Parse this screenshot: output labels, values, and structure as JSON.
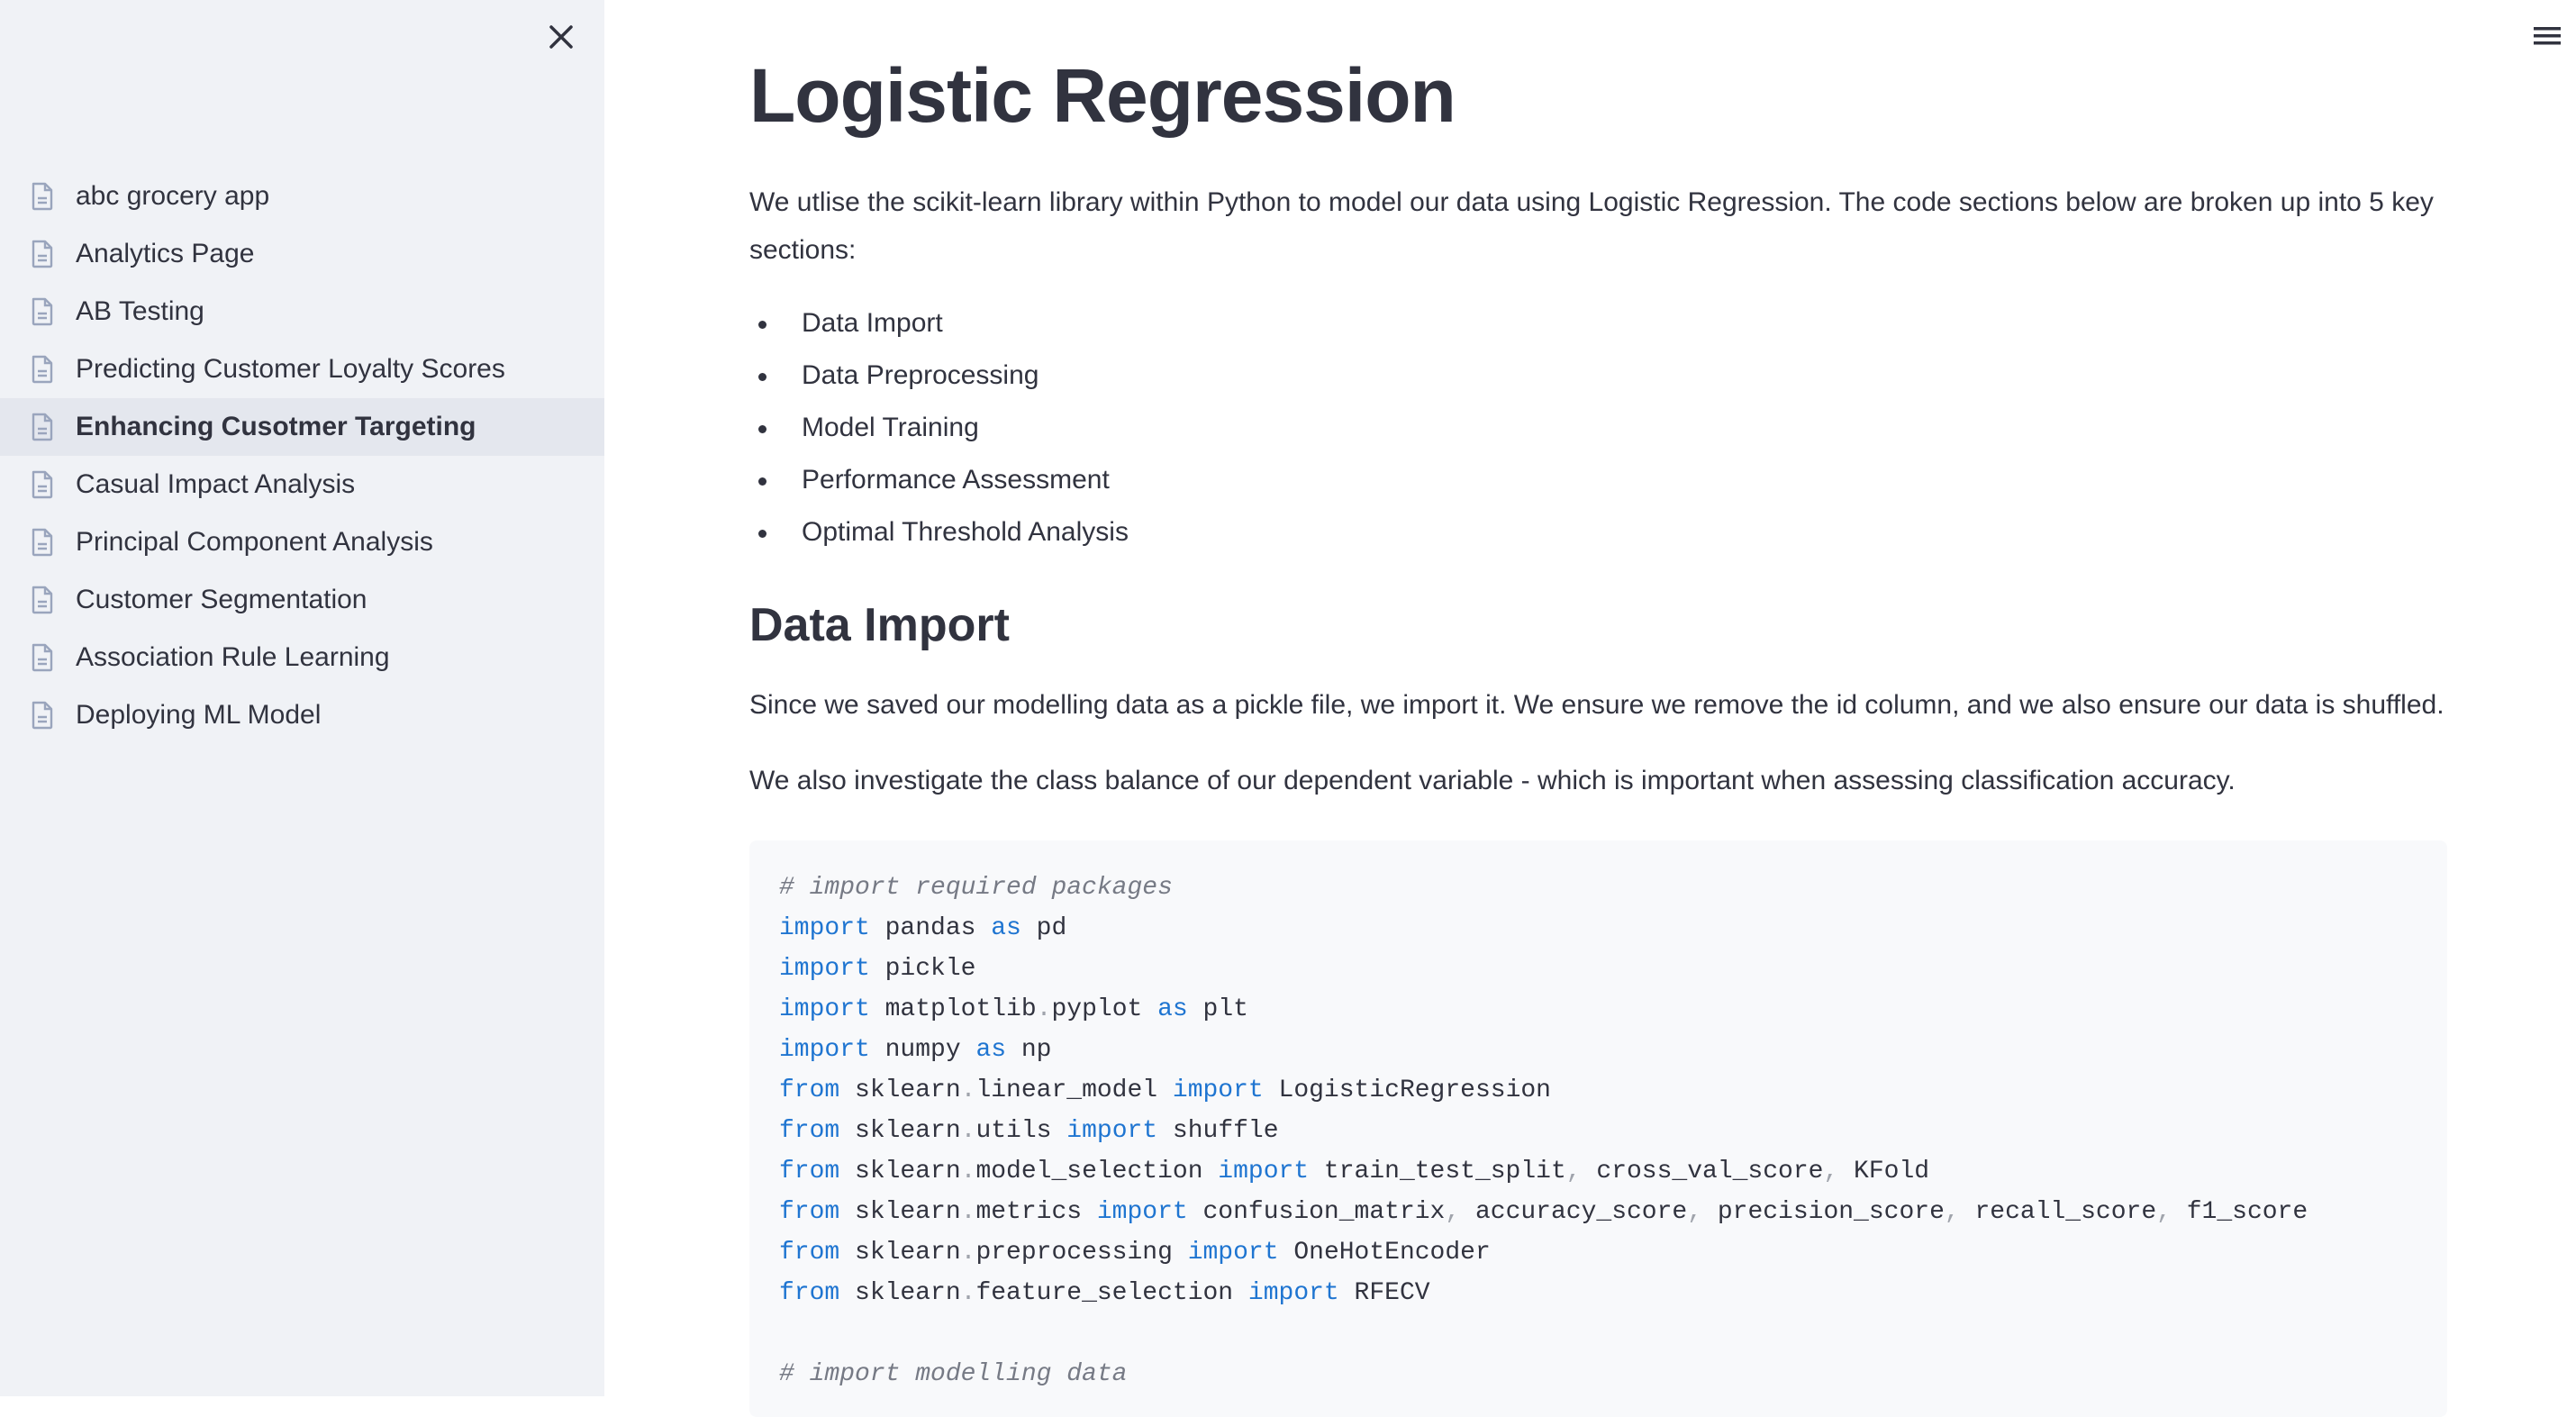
{
  "sidebar": {
    "items": [
      {
        "label": "abc grocery app",
        "active": false
      },
      {
        "label": "Analytics Page",
        "active": false
      },
      {
        "label": "AB Testing",
        "active": false
      },
      {
        "label": "Predicting Customer Loyalty Scores",
        "active": false
      },
      {
        "label": "Enhancing Cusotmer Targeting",
        "active": true
      },
      {
        "label": "Casual Impact Analysis",
        "active": false
      },
      {
        "label": "Principal Component Analysis",
        "active": false
      },
      {
        "label": "Customer Segmentation",
        "active": false
      },
      {
        "label": "Association Rule Learning",
        "active": false
      },
      {
        "label": "Deploying ML Model",
        "active": false
      }
    ]
  },
  "main": {
    "title": "Logistic Regression",
    "intro": "We utlise the scikit-learn library within Python to model our data using Logistic Regression. The code sections below are broken up into 5 key sections:",
    "bullets": [
      "Data Import",
      "Data Preprocessing",
      "Model Training",
      "Performance Assessment",
      "Optimal Threshold Analysis"
    ],
    "section_title": "Data Import",
    "para1": "Since we saved our modelling data as a pickle file, we import it. We ensure we remove the id column, and we also ensure our data is shuffled.",
    "para2": "We also investigate the class balance of our dependent variable - which is important when assessing classification accuracy.",
    "code_lines": [
      [
        [
          "cm",
          "# import required packages"
        ]
      ],
      [
        [
          "kw",
          "import"
        ],
        [
          "t",
          " pandas "
        ],
        [
          "kw",
          "as"
        ],
        [
          "t",
          " pd"
        ]
      ],
      [
        [
          "kw",
          "import"
        ],
        [
          "t",
          " pickle"
        ]
      ],
      [
        [
          "kw",
          "import"
        ],
        [
          "t",
          " matplotlib"
        ],
        [
          "pn",
          "."
        ],
        [
          "t",
          "pyplot "
        ],
        [
          "kw",
          "as"
        ],
        [
          "t",
          " plt"
        ]
      ],
      [
        [
          "kw",
          "import"
        ],
        [
          "t",
          " numpy "
        ],
        [
          "kw",
          "as"
        ],
        [
          "t",
          " np"
        ]
      ],
      [
        [
          "kw",
          "from"
        ],
        [
          "t",
          " sklearn"
        ],
        [
          "pn",
          "."
        ],
        [
          "t",
          "linear_model "
        ],
        [
          "kw",
          "import"
        ],
        [
          "t",
          " LogisticRegression"
        ]
      ],
      [
        [
          "kw",
          "from"
        ],
        [
          "t",
          " sklearn"
        ],
        [
          "pn",
          "."
        ],
        [
          "t",
          "utils "
        ],
        [
          "kw",
          "import"
        ],
        [
          "t",
          " shuffle"
        ]
      ],
      [
        [
          "kw",
          "from"
        ],
        [
          "t",
          " sklearn"
        ],
        [
          "pn",
          "."
        ],
        [
          "t",
          "model_selection "
        ],
        [
          "kw",
          "import"
        ],
        [
          "t",
          " train_test_split"
        ],
        [
          "pn",
          ","
        ],
        [
          "t",
          " cross_val_score"
        ],
        [
          "pn",
          ","
        ],
        [
          "t",
          " KFold"
        ]
      ],
      [
        [
          "kw",
          "from"
        ],
        [
          "t",
          " sklearn"
        ],
        [
          "pn",
          "."
        ],
        [
          "t",
          "metrics "
        ],
        [
          "kw",
          "import"
        ],
        [
          "t",
          " confusion_matrix"
        ],
        [
          "pn",
          ","
        ],
        [
          "t",
          " accuracy_score"
        ],
        [
          "pn",
          ","
        ],
        [
          "t",
          " precision_score"
        ],
        [
          "pn",
          ","
        ],
        [
          "t",
          " recall_score"
        ],
        [
          "pn",
          ","
        ],
        [
          "t",
          " f1_score"
        ]
      ],
      [
        [
          "kw",
          "from"
        ],
        [
          "t",
          " sklearn"
        ],
        [
          "pn",
          "."
        ],
        [
          "t",
          "preprocessing "
        ],
        [
          "kw",
          "import"
        ],
        [
          "t",
          " OneHotEncoder"
        ]
      ],
      [
        [
          "kw",
          "from"
        ],
        [
          "t",
          " sklearn"
        ],
        [
          "pn",
          "."
        ],
        [
          "t",
          "feature_selection "
        ],
        [
          "kw",
          "import"
        ],
        [
          "t",
          " RFECV"
        ]
      ],
      [
        [
          "t",
          ""
        ]
      ],
      [
        [
          "cm",
          "# import modelling data"
        ]
      ]
    ]
  }
}
